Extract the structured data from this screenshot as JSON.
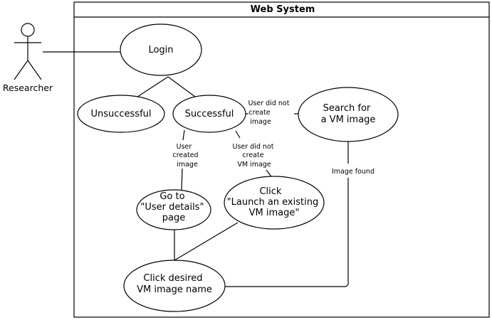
{
  "system": {
    "title": "Web System"
  },
  "actor": {
    "name": "Researcher"
  },
  "use_cases": {
    "login": [
      "Login"
    ],
    "unsuccessful": [
      "Unsuccessful"
    ],
    "successful": [
      "Successful"
    ],
    "search": [
      "Search for",
      "a VM image"
    ],
    "goto_user_details": [
      "Go to",
      "\"User details\"",
      "page"
    ],
    "click_launch": [
      "Click",
      "\"Launch an existing",
      "VM image\""
    ],
    "click_desired": [
      "Click desired",
      "VM image name"
    ]
  },
  "edge_labels": {
    "did_not_create_image": [
      "User did not",
      "create",
      "image"
    ],
    "created_image": [
      "User",
      "created",
      "image"
    ],
    "did_not_create_vm_image": [
      "User did not",
      "create",
      "VM image"
    ],
    "image_found": [
      "Image found"
    ]
  }
}
